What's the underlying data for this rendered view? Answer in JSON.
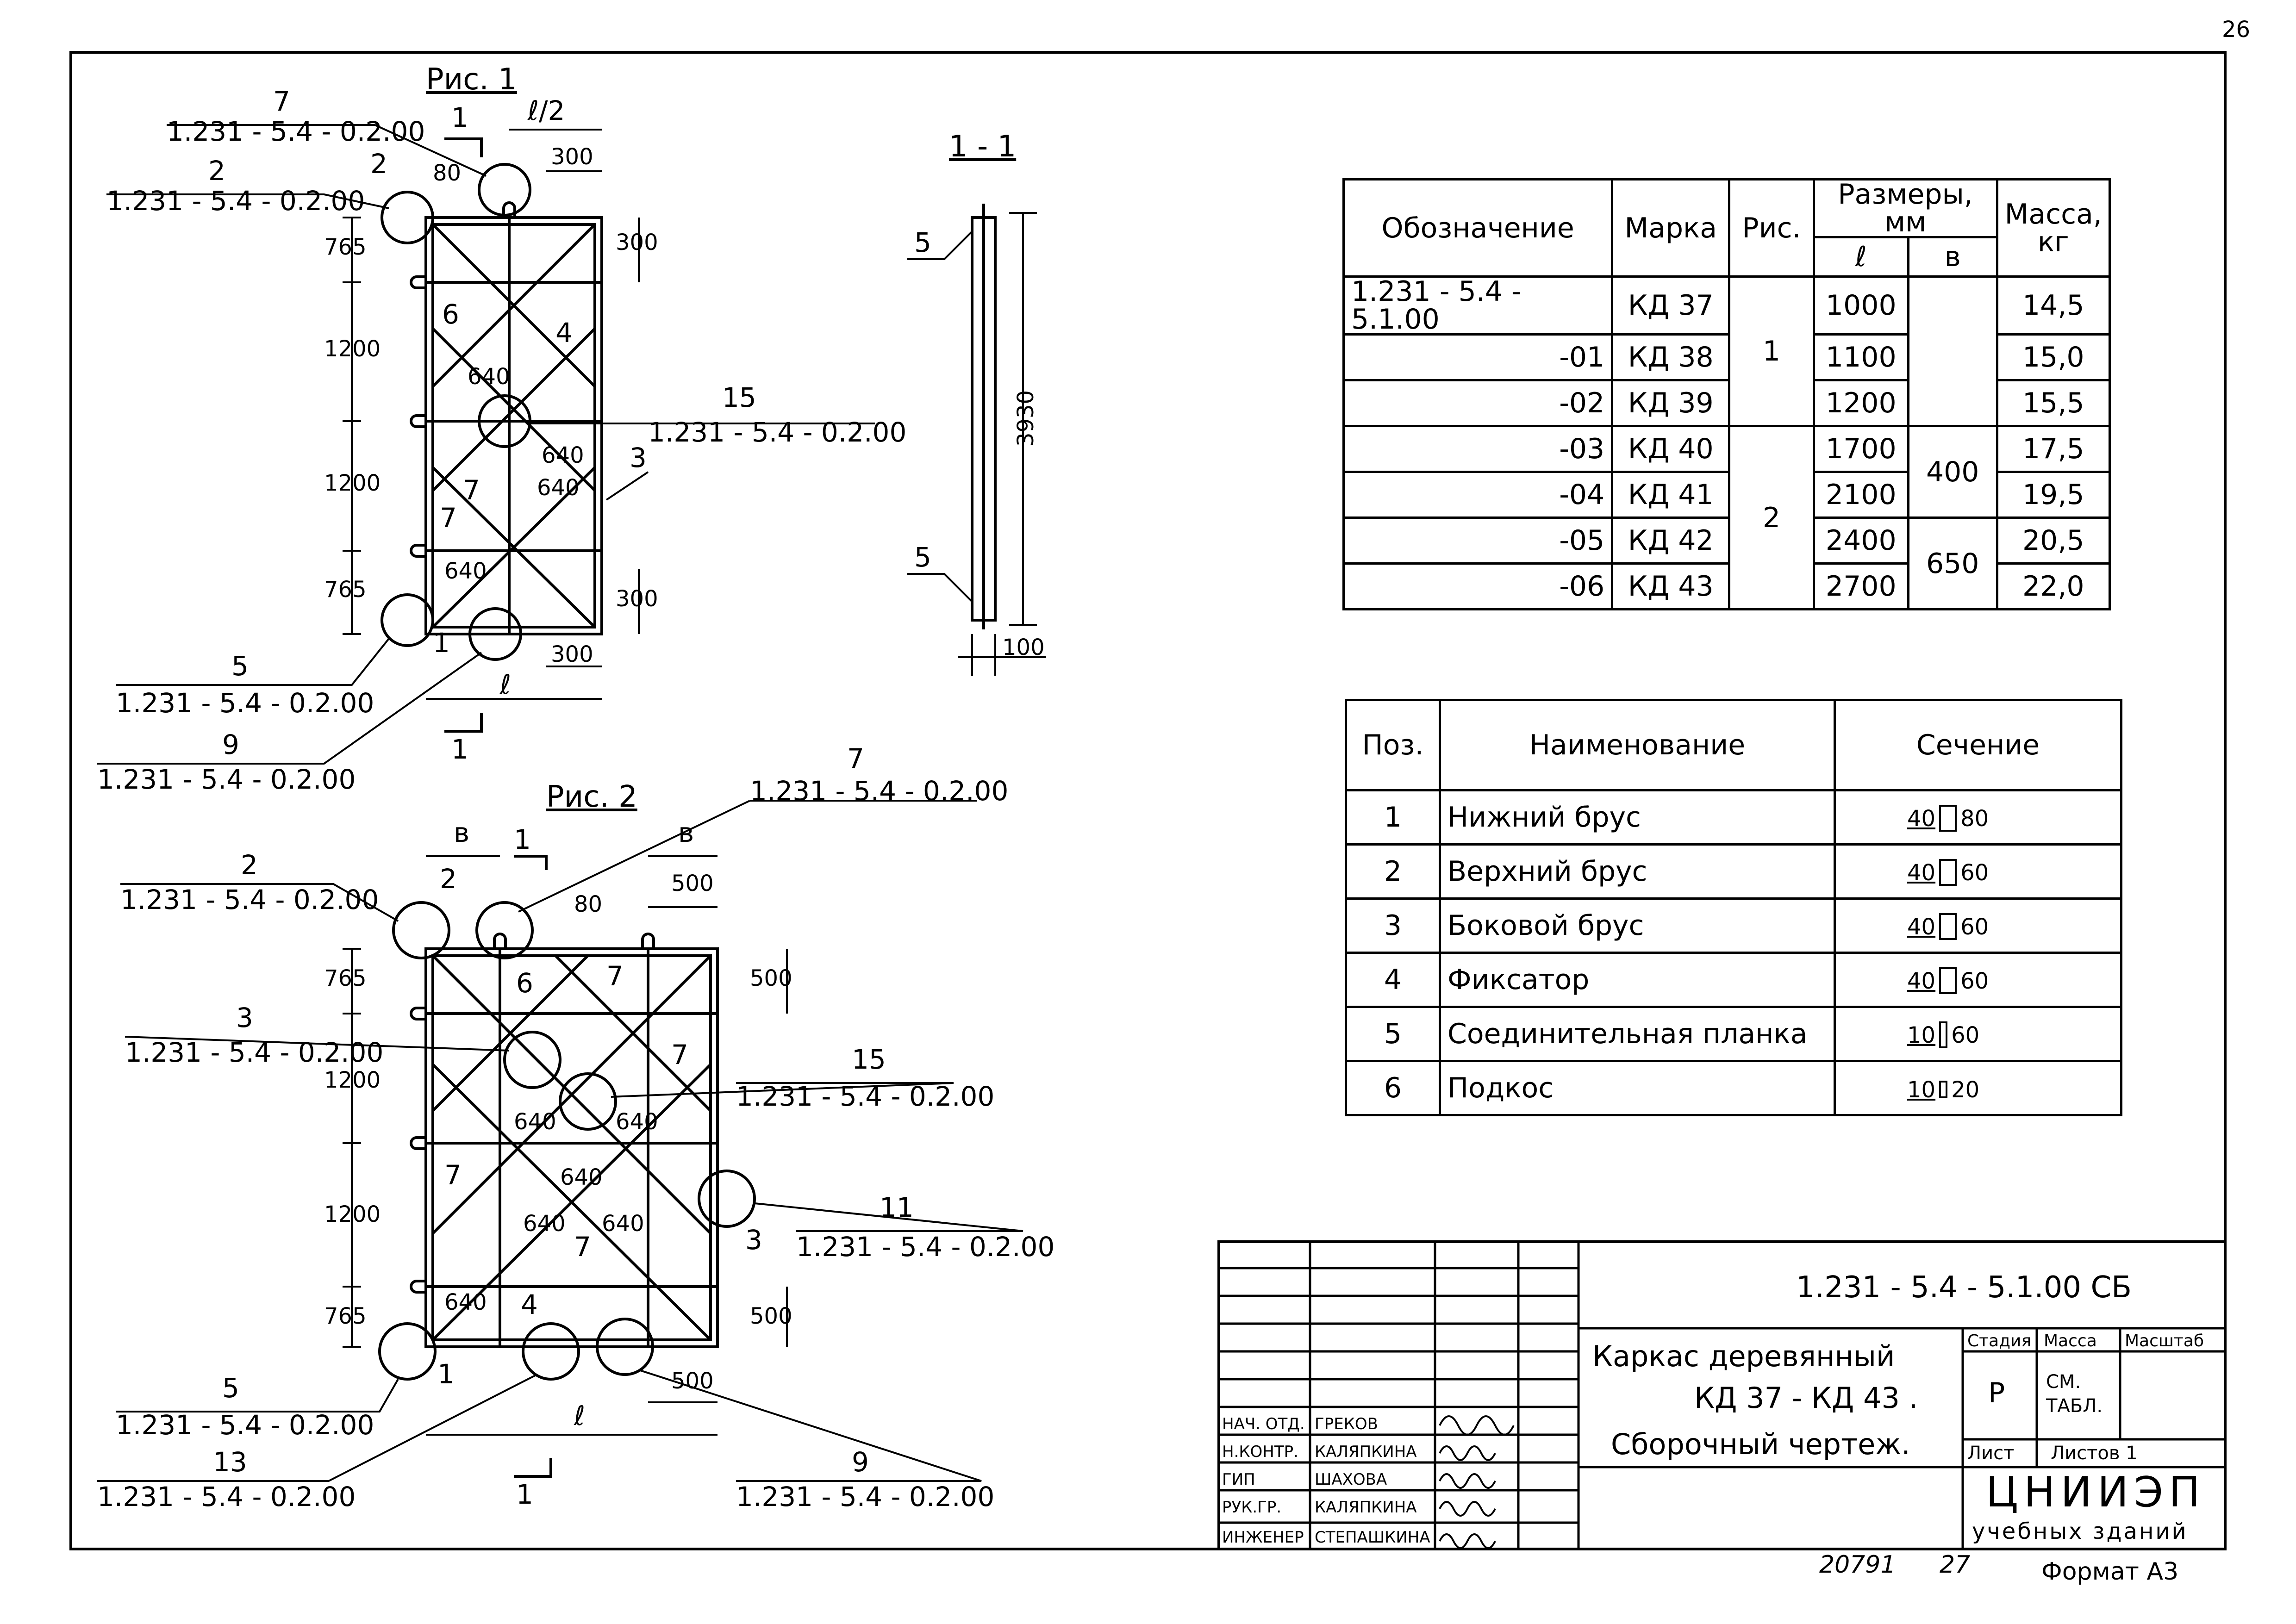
{
  "page_number": "26",
  "fig1": {
    "title": "Рис. 1",
    "section_mark": "1",
    "half_l": "ℓ/2",
    "dim_l": "ℓ",
    "dim_300": "300",
    "dim_80": "80",
    "dim_765": "765",
    "dim_1200": "1200",
    "dim_640": "640",
    "callouts": [
      {
        "num": "7",
        "ref": "1.231 - 5.4 - 0.2.00"
      },
      {
        "num": "2",
        "ref": "1.231 - 5.4 - 0.2.00"
      },
      {
        "num": "15",
        "ref": "1.231 - 5.4 - 0.2.00"
      },
      {
        "num": "5",
        "ref": "1.231 - 5.4 - 0.2.00"
      },
      {
        "num": "9",
        "ref": "1.231 - 5.4 - 0.2.00"
      }
    ],
    "labels": [
      "2",
      "6",
      "4",
      "7",
      "3",
      "1"
    ]
  },
  "section": {
    "title": "1 - 1",
    "pos5": "5",
    "dim_3930": "3930",
    "dim_100": "100"
  },
  "fig2": {
    "title": "Рис. 2",
    "dim_b": "в",
    "dim_l": "ℓ",
    "dim_500": "500",
    "dim_80": "80",
    "dim_765": "765",
    "dim_1200": "1200",
    "dim_640": "640",
    "section_mark": "1",
    "callouts": [
      {
        "num": "7",
        "ref": "1.231 - 5.4 - 0.2.00"
      },
      {
        "num": "2",
        "ref": "1.231 - 5.4 - 0.2.00"
      },
      {
        "num": "3",
        "ref": "1.231 - 5.4 - 0.2.00"
      },
      {
        "num": "15",
        "ref": "1.231 - 5.4 - 0.2.00"
      },
      {
        "num": "11",
        "ref": "1.231 - 5.4 - 0.2.00"
      },
      {
        "num": "5",
        "ref": "1.231 - 5.4 - 0.2.00"
      },
      {
        "num": "13",
        "ref": "1.231 - 5.4 - 0.2.00"
      },
      {
        "num": "9",
        "ref": "1.231 - 5.4 - 0.2.00"
      }
    ],
    "labels": [
      "2",
      "6",
      "7",
      "7",
      "7",
      "7",
      "4",
      "1",
      "3"
    ]
  },
  "spec_table": {
    "headers": {
      "designation": "Обозначение",
      "mark": "Марка",
      "fig": "Рис.",
      "sizes": "Размеры, мм",
      "l": "ℓ",
      "b": "в",
      "mass": "Масса, кг"
    },
    "rows": [
      {
        "designation": "1.231 - 5.4 - 5.1.00",
        "mark": "КД 37",
        "l": "1000",
        "mass": "14,5"
      },
      {
        "designation": "-01",
        "mark": "КД 38",
        "l": "1100",
        "mass": "15,0"
      },
      {
        "designation": "-02",
        "mark": "КД 39",
        "l": "1200",
        "mass": "15,5"
      },
      {
        "designation": "-03",
        "mark": "КД 40",
        "l": "1700",
        "mass": "17,5"
      },
      {
        "designation": "-04",
        "mark": "КД 41",
        "l": "2100",
        "mass": "19,5"
      },
      {
        "designation": "-05",
        "mark": "КД 42",
        "l": "2400",
        "mass": "20,5"
      },
      {
        "designation": "-06",
        "mark": "КД 43",
        "l": "2700",
        "mass": "22,0"
      }
    ],
    "fig_values": [
      "1",
      "2"
    ],
    "b_values": [
      "400",
      "650"
    ]
  },
  "pos_table": {
    "headers": {
      "pos": "Поз.",
      "name": "Наименование",
      "section": "Сечение"
    },
    "rows": [
      {
        "pos": "1",
        "name": "Нижний брус",
        "w": "40",
        "h": "80"
      },
      {
        "pos": "2",
        "name": "Верхний брус",
        "w": "40",
        "h": "60"
      },
      {
        "pos": "3",
        "name": "Боковой брус",
        "w": "40",
        "h": "60"
      },
      {
        "pos": "4",
        "name": "Фиксатор",
        "w": "40",
        "h": "60"
      },
      {
        "pos": "5",
        "name": "Соединительная планка",
        "w": "10",
        "h": "60"
      },
      {
        "pos": "6",
        "name": "Подкос",
        "w": "10",
        "h": "20"
      }
    ]
  },
  "title_block": {
    "code": "1.231 - 5.4 - 5.1.00 СБ",
    "title_line1": "Каркас деревянный",
    "title_line2": "КД 37 - КД 43 .",
    "title_line3": "Сборочный чертеж.",
    "stage_label": "Стадия",
    "mass_label": "Масса",
    "scale_label": "Масштаб",
    "stage_value": "Р",
    "mass_value": "СМ. ТАБЛ.",
    "sheet_label": "Лист",
    "sheets_label": "Листов 1",
    "org1": "ЦНИИЭП",
    "org2": "учебных зданий",
    "roles": [
      {
        "role": "НАЧ. ОТД.",
        "name": "ГРЕКОВ"
      },
      {
        "role": "Н.КОНТР.",
        "name": "КАЛЯПКИНА"
      },
      {
        "role": "ГИП",
        "name": "ШАХОВА"
      },
      {
        "role": "РУК.ГР.",
        "name": "КАЛЯПКИНА"
      },
      {
        "role": "ИНЖЕНЕР",
        "name": "СТЕПАШКИНА"
      }
    ]
  },
  "footer": {
    "inv": "20791",
    "num": "27",
    "format": "Формат А3"
  }
}
